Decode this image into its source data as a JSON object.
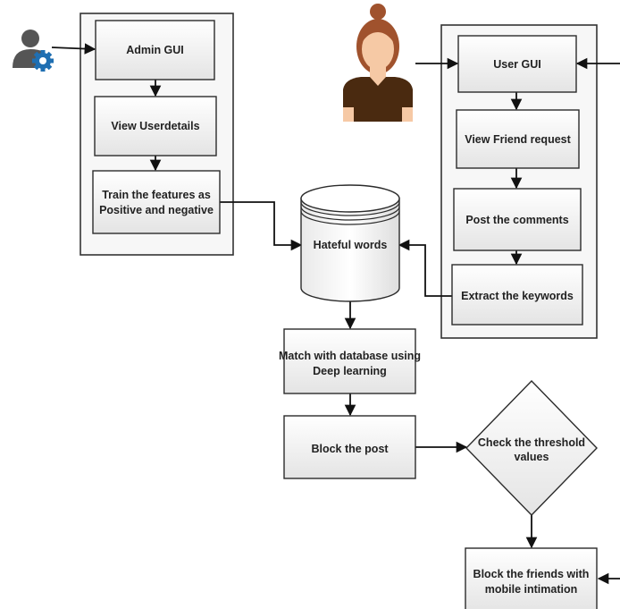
{
  "nodes": {
    "admin_gui": "Admin GUI",
    "view_userdetails": "View Userdetails",
    "train_features": [
      "Train the features as",
      "Positive and negative"
    ],
    "user_gui": "User GUI",
    "view_friend_request": "View Friend request",
    "post_comments": "Post the comments",
    "extract_keywords": "Extract the keywords",
    "hateful_words": "Hateful words",
    "match_database": [
      "Match with database using",
      "Deep learning"
    ],
    "block_post": "Block the post",
    "check_threshold": [
      "Check the threshold",
      "values"
    ],
    "block_friends": [
      "Block the friends with",
      "mobile intimation"
    ]
  },
  "icons": {
    "admin": "admin-user-gear-icon",
    "user": "woman-user-avatar-icon"
  },
  "colors": {
    "box_fill_top": "#ffffff",
    "box_fill_bottom": "#e6e6e6",
    "stroke": "#2b2b2b",
    "gear_blue": "#1f6fb2",
    "admin_gray": "#555555",
    "hair": "#a0522d",
    "skin": "#f6c9a5",
    "shirt": "#4a2a10"
  }
}
